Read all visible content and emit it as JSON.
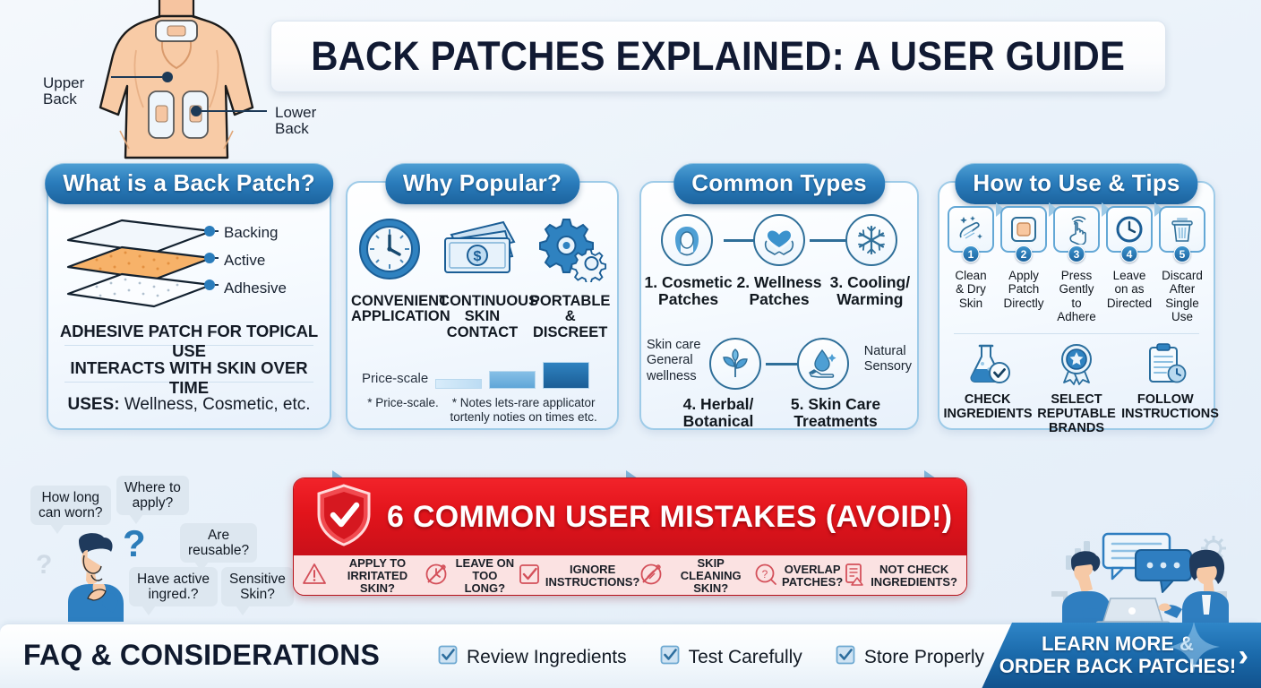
{
  "header": {
    "title": "BACK PATCHES EXPLAINED: A USER GUIDE",
    "anatomy": {
      "upper_label": "Upper\nBack",
      "lower_label": "Lower\nBack",
      "icon": "human-back-torso-illustration"
    }
  },
  "panels": [
    {
      "heading": "What is a Back Patch?",
      "layers": [
        "Backing",
        "Active",
        "Adhesive"
      ],
      "lines": [
        "ADHESIVE PATCH FOR TOPICAL USE",
        "INTERACTS WITH SKIN OVER TIME"
      ],
      "uses_label": "USES:",
      "uses_value": " Wellness, Cosmetic, etc."
    },
    {
      "heading": "Why Popular?",
      "benefits": [
        {
          "icon": "clock-icon",
          "caption": "CONVENIENT\nAPPLICATION"
        },
        {
          "icon": "money-icon",
          "caption": "CONTINUOUS\nSKIN\nCONTACT"
        },
        {
          "icon": "gears-icon",
          "caption": "PORTABLE\n& DISCREET"
        }
      ],
      "scale_label": "Price-scale",
      "scale_values": [
        1,
        2,
        3
      ],
      "note_left": "* Price-scale.",
      "note_right": "* Notes lets-rare applicator\ntortenly noties on times etc."
    },
    {
      "heading": "Common Types",
      "row1": [
        {
          "icon": "face-woman-icon",
          "label": "1. Cosmetic\nPatches"
        },
        {
          "icon": "heart-hands-icon",
          "label": "2. Wellness\nPatches"
        },
        {
          "icon": "snowflake-icon",
          "label": "3. Cooling/\nWarming"
        }
      ],
      "row2": [
        {
          "icon": "leaf-plant-icon",
          "label": "4. Herbal/\nBotanical"
        },
        {
          "icon": "droplet-hand-icon",
          "label": "5. Skin Care\nTreatments"
        }
      ],
      "side_left": "Skin care\nGeneral\nwellness",
      "side_right": "Natural\nSensory"
    },
    {
      "heading": "How to Use & Tips",
      "steps": [
        {
          "num": "1",
          "icon": "wash-hands-icon",
          "caption": "Clean\n& Dry\nSkin"
        },
        {
          "num": "2",
          "icon": "patch-square-icon",
          "caption": "Apply\nPatch\nDirectly"
        },
        {
          "num": "3",
          "icon": "press-finger-icon",
          "caption": "Press\nGently\nto Adhere"
        },
        {
          "num": "4",
          "icon": "clock-icon",
          "caption": "Leave\non as\nDirected"
        },
        {
          "num": "5",
          "icon": "trash-bin-icon",
          "caption": "Discard\nAfter\nSingle Use"
        }
      ],
      "tips": [
        {
          "icon": "flask-check-icon",
          "caption": "CHECK\nINGREDIENTS"
        },
        {
          "icon": "award-ribbon-icon",
          "caption": "SELECT\nREPUTABLE\nBRANDS"
        },
        {
          "icon": "clipboard-clock-icon",
          "caption": "FOLLOW\nINSTRUCTIONS"
        }
      ]
    }
  ],
  "faq_bubbles": {
    "person_icon": "thinking-person-icon",
    "question_mark_large": "?",
    "question_mark_small": "?",
    "items": [
      "How long\ncan worn?",
      "Where to\napply?",
      "Are\nreusable?",
      "Have active\ningred.?",
      "Sensitive\nSkin?"
    ]
  },
  "mistakes_banner": {
    "shield_icon": "shield-check-icon",
    "title": "6 COMMON USER MISTAKES (AVOID!)",
    "items": [
      {
        "icon": "warning-triangle-icon",
        "text": "APPLY TO\nIRRITATED SKIN?"
      },
      {
        "icon": "no-clock-icon",
        "text": "LEAVE ON\nTOO LONG?"
      },
      {
        "icon": "checkbox-icon",
        "text": "IGNORE\nINSTRUCTIONS?"
      },
      {
        "icon": "no-clean-icon",
        "text": "SKIP CLEANING\nSKIN?"
      },
      {
        "icon": "overlap-question-icon",
        "text": "OVERLAP\nPATCHES?"
      },
      {
        "icon": "document-warning-icon",
        "text": "NOT CHECK\nINGREDIENTS?"
      }
    ]
  },
  "discussion": {
    "icon": "two-people-discussion-illustration",
    "chart_icon": "bar-chart-icon",
    "gear_icon": "gear-icon",
    "chat_icon": "chat-bubble-icon"
  },
  "footer": {
    "title": "FAQ & CONSIDERATIONS",
    "checks": [
      {
        "icon": "checkbox-icon",
        "label": "Review Ingredients"
      },
      {
        "icon": "checkbox-icon",
        "label": "Test Carefully"
      },
      {
        "icon": "checkbox-icon",
        "label": "Store Properly"
      }
    ],
    "cta_line1": "LEARN MORE &",
    "cta_line2": "ORDER BACK PATCHES!",
    "cta_chevron": "›",
    "sparkle_icon": "sparkle-icon"
  },
  "colors": {
    "brand_blue": "#1c639e",
    "accent_blue": "#2f86c8",
    "alert_red": "#e2141b",
    "bg": "#eaf2fa",
    "text_dark": "#111a33"
  }
}
